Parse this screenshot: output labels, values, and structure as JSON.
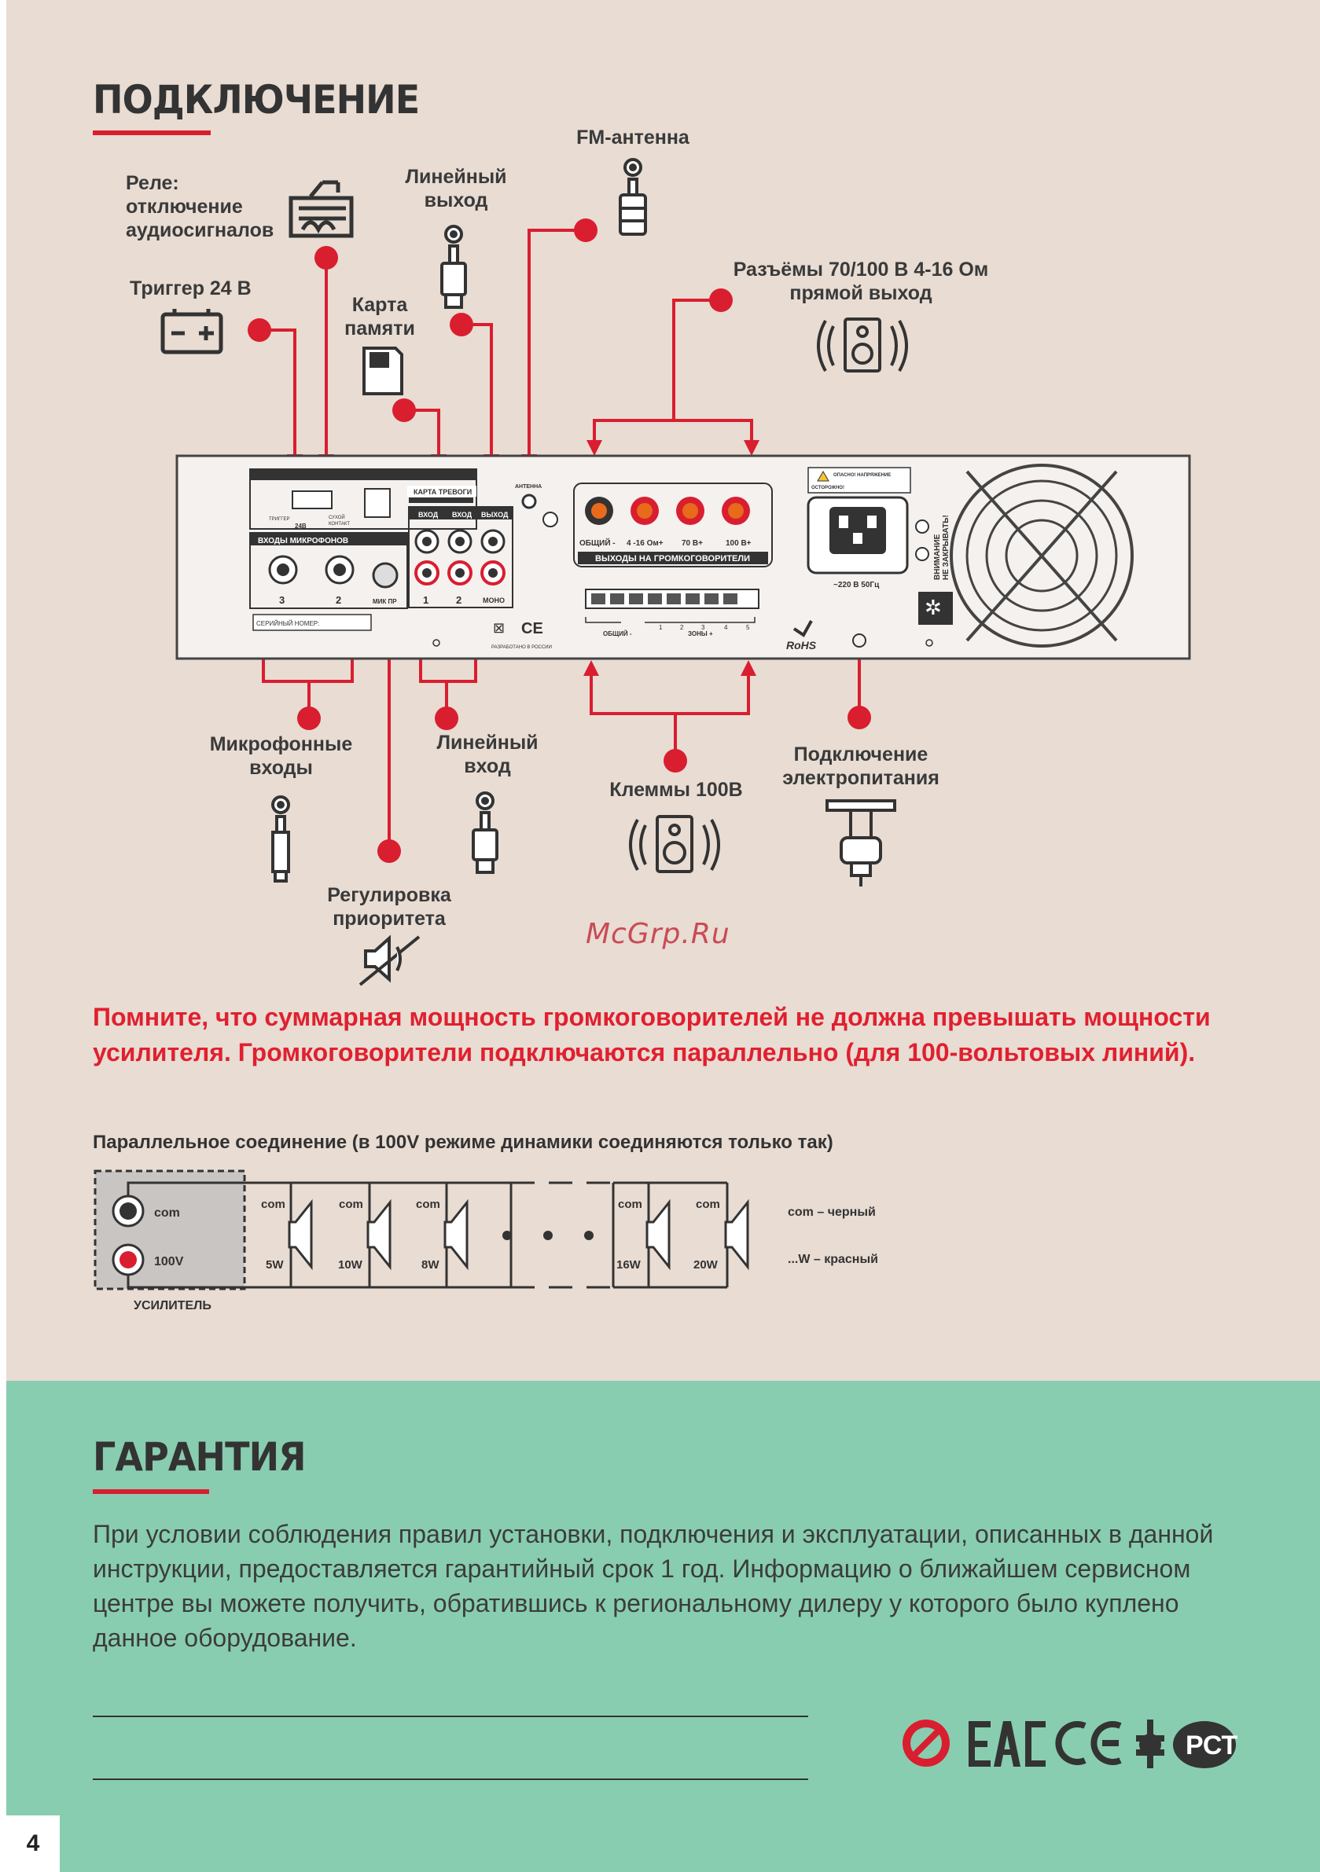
{
  "connection": {
    "title": "ПОДКЛЮЧЕНИЕ",
    "labels": {
      "relay": "Реле:\nотключение\nаудиосигналов",
      "trigger": "Триггер 24 В",
      "line_out": "Линейный\nвыход",
      "memory_card": "Карта\nпамяти",
      "fm_antenna": "FM-антенна",
      "speaker_out": "Разъёмы 70/100 В  4-16 Ом\nпрямой выход",
      "mic_inputs": "Микрофонные\nвходы",
      "line_in": "Линейный\nвход",
      "terminals": "Клеммы 100В",
      "power": "Подключение\nэлектропитания",
      "priority": "Регулировка\nприоритета"
    },
    "panel": {
      "trigger_24v": "ТРИГГЕР",
      "v24": "24В",
      "dry_contact": "СУХОЙ\nКОНТАКТ",
      "alarm_card": "КАРТА ТРЕВОГИ",
      "antenna": "АНТЕННА",
      "mic_inputs": "ВХОДЫ МИКРОФОНОВ",
      "mic_numbers": [
        "3",
        "2"
      ],
      "mic_pr": "МИК ПР",
      "io_headers": [
        "ВХОД",
        "ВХОД",
        "ВЫХОД"
      ],
      "io_numbers": [
        "1",
        "2"
      ],
      "mono": "МОНО",
      "serial": "СЕРИЙНЫЙ НОМЕР:",
      "made": "РАЗРАБОТАНО В РОССИИ",
      "speaker_labels": [
        "ОБЩИЙ -",
        "4 -16 Ом+",
        "70 В+",
        "100 В+"
      ],
      "speaker_outs": "ВЫХОДЫ НА ГРОМКОГОВОРИТЕЛИ",
      "common": "ОБЩИЙ -",
      "zones": "ЗОНЫ +",
      "zone_numbers": [
        "1",
        "2",
        "3",
        "4",
        "5"
      ],
      "rohs": "RoHS",
      "mains": "~220 В 50Гц",
      "danger": "ОПАСНО! НАПРЯЖЕНИЕ",
      "caution": "ОСТОРОЖНО!",
      "attention": "ВНИМАНИЕ\nНЕ ЗАКРЫВАТЬ!"
    },
    "watermark": "McGrp.Ru",
    "warning": "Помните, что суммарная мощность громкоговорителей не должна превышать мощности усилителя. Громкоговорители подключаются параллельно (для 100-вольтовых линий).",
    "parallel_title": "Параллельное соединение (в 100V режиме динамики соединяются только так)",
    "amp": {
      "com": "com",
      "v100": "100V",
      "label": "УСИЛИТЕЛЬ"
    },
    "speakers": [
      {
        "top": "com",
        "power": "5W"
      },
      {
        "top": "com",
        "power": "10W"
      },
      {
        "top": "com",
        "power": "8W"
      },
      {
        "top": "com",
        "power": "16W"
      },
      {
        "top": "com",
        "power": "20W"
      }
    ],
    "legend": {
      "com": "com –  черный",
      "w": "...W –  красный"
    }
  },
  "warranty": {
    "title": "ГАРАНТИЯ",
    "text": "При условии соблюдения правил установки, подключения и эксплуатации, описанных в данной инструкции, предоставляется гарантийный срок 1 год. Информацию о ближайшем сервисном центре вы можете получить, обратившись к региональному дилеру у которого было куплено данное оборудование.",
    "certs": [
      "EAC",
      "CE"
    ]
  },
  "page_number": "4",
  "colors": {
    "accent": "#d91e2f",
    "green_band": "#88cdb0",
    "page": "#e8dcd3"
  }
}
